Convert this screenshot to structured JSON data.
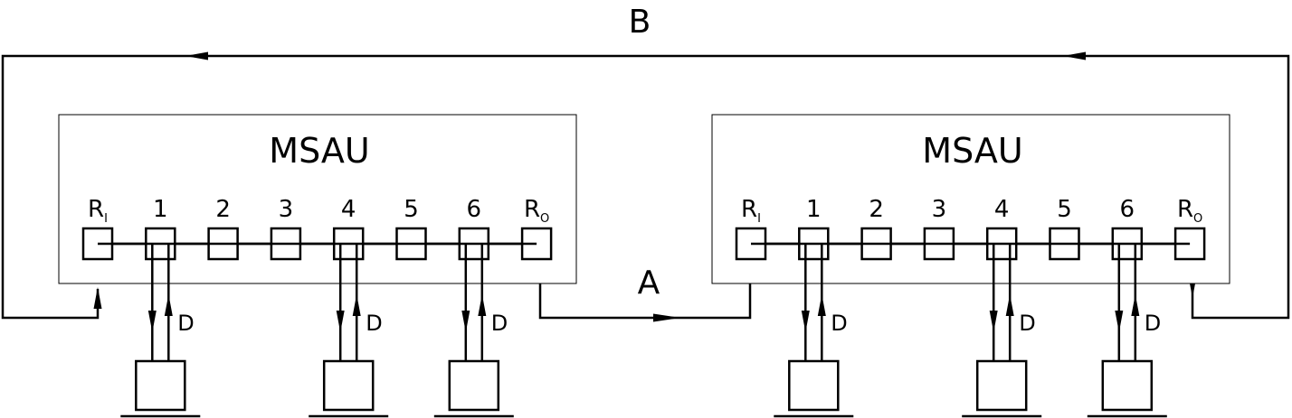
{
  "units": [
    {
      "id": "left",
      "title": "MSAU",
      "ports": [
        {
          "main": "R",
          "sub": "I"
        },
        {
          "main": "1"
        },
        {
          "main": "2"
        },
        {
          "main": "3"
        },
        {
          "main": "4"
        },
        {
          "main": "5"
        },
        {
          "main": "6"
        },
        {
          "main": "R",
          "sub": "O"
        }
      ],
      "attached_ports": [
        1,
        4,
        6
      ]
    },
    {
      "id": "right",
      "title": "MSAU",
      "ports": [
        {
          "main": "R",
          "sub": "I"
        },
        {
          "main": "1"
        },
        {
          "main": "2"
        },
        {
          "main": "3"
        },
        {
          "main": "4"
        },
        {
          "main": "5"
        },
        {
          "main": "6"
        },
        {
          "main": "R",
          "sub": "O"
        }
      ],
      "attached_ports": [
        1,
        4,
        6
      ]
    }
  ],
  "device_link_label": "D",
  "path_labels": {
    "ring_out_to_in": "A",
    "return_path": "B"
  }
}
